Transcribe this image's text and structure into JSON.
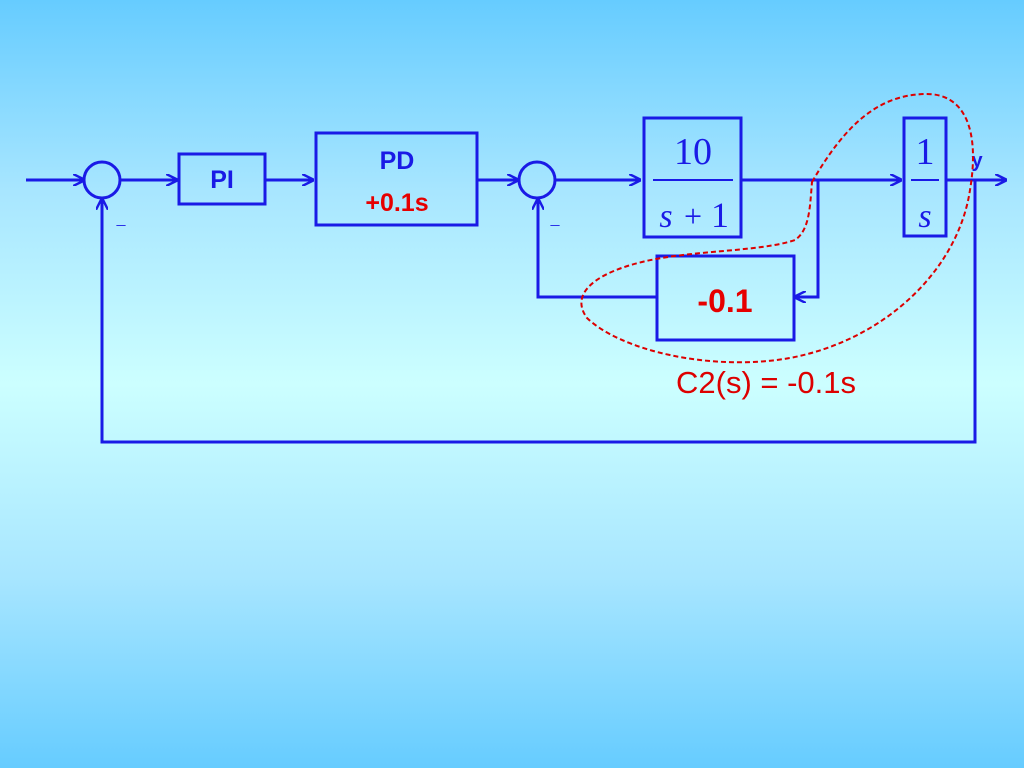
{
  "blocks": {
    "pi": {
      "label": "PI"
    },
    "pd": {
      "label_line1": "PD",
      "label_line2": "+0.1s"
    },
    "plant": {
      "numerator": "10",
      "denominator_var": "s",
      "denominator_op": "+",
      "denominator_const": "1"
    },
    "integrator": {
      "numerator": "1",
      "denominator": "s"
    },
    "feedback_gain": {
      "label": "-0.1"
    }
  },
  "signs": {
    "outer_minus": "–",
    "inner_minus": "–"
  },
  "output_label": "y",
  "annotation": "C2(s) = -0.1s",
  "colors": {
    "line": "#1a1ae6",
    "accent_red": "#e60000",
    "annotation_red": "#dd0000"
  }
}
